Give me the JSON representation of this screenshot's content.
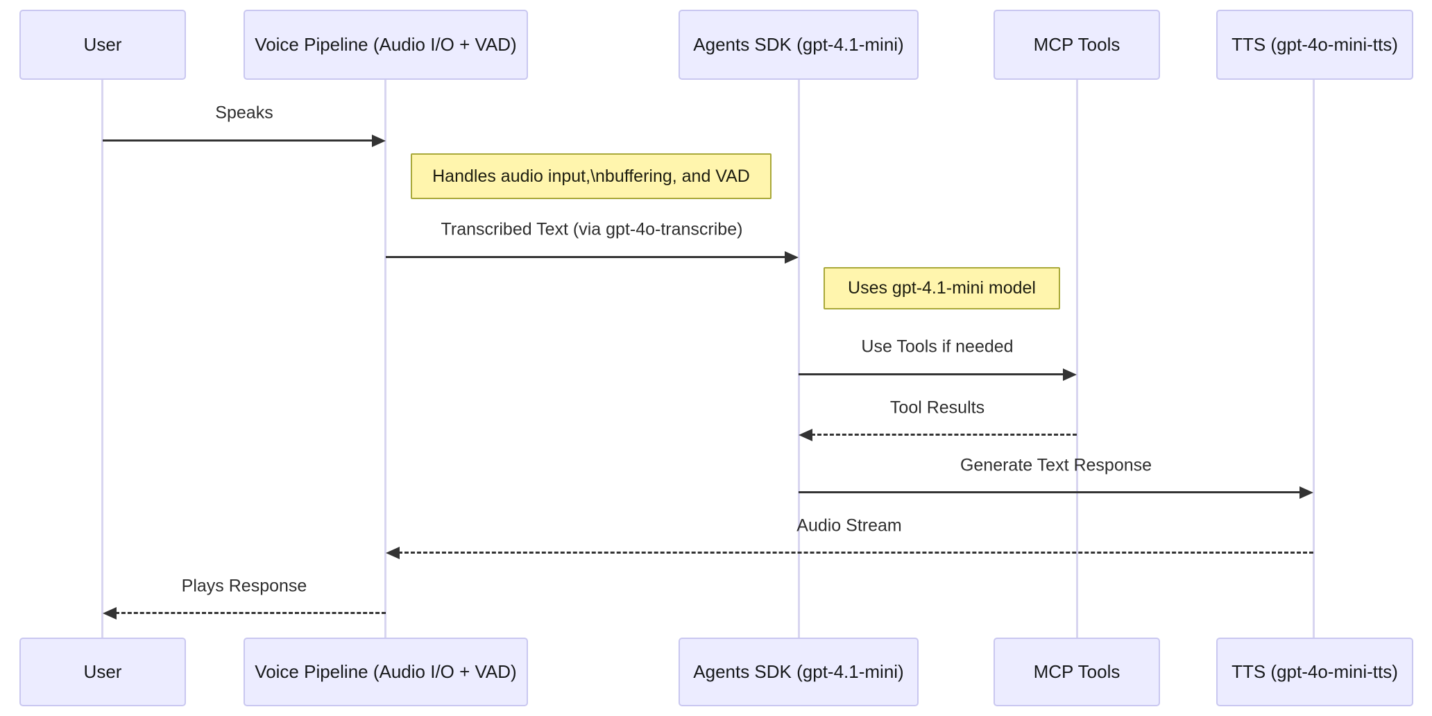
{
  "diagram_type": "sequence-diagram",
  "participants": [
    {
      "id": "user",
      "label": "User"
    },
    {
      "id": "voice-pipeline",
      "label": "Voice Pipeline (Audio I/O + VAD)"
    },
    {
      "id": "agents-sdk",
      "label": "Agents SDK (gpt-4.1-mini)"
    },
    {
      "id": "mcp-tools",
      "label": "MCP Tools"
    },
    {
      "id": "tts",
      "label": "TTS (gpt-4o-mini-tts)"
    }
  ],
  "messages": [
    {
      "from": "user",
      "to": "voice-pipeline",
      "label": "Speaks",
      "line": "solid"
    },
    {
      "from": "voice-pipeline",
      "to": "agents-sdk",
      "label": "Transcribed Text (via gpt-4o-transcribe)",
      "line": "solid"
    },
    {
      "from": "agents-sdk",
      "to": "mcp-tools",
      "label": "Use Tools if needed",
      "line": "solid"
    },
    {
      "from": "mcp-tools",
      "to": "agents-sdk",
      "label": "Tool Results",
      "line": "dashed"
    },
    {
      "from": "agents-sdk",
      "to": "tts",
      "label": "Generate Text Response",
      "line": "solid"
    },
    {
      "from": "tts",
      "to": "voice-pipeline",
      "label": "Audio Stream",
      "line": "dashed"
    },
    {
      "from": "voice-pipeline",
      "to": "user",
      "label": "Plays Response",
      "line": "dashed"
    }
  ],
  "notes": [
    {
      "over": "voice-pipeline",
      "label": "Handles audio input,\\nbuffering, and VAD"
    },
    {
      "over": "agents-sdk",
      "label": "Uses gpt-4.1-mini model"
    }
  ],
  "colors": {
    "background": "#ffffff",
    "actor_fill": "#ECECFF",
    "actor_border": "#c9c7f0",
    "actor_text": "#17191b",
    "note_fill": "#FFF5AD",
    "note_border": "#a8a839",
    "note_text": "#1d1d10",
    "lifeline": "#d8d5f0",
    "arrow": "#333333",
    "message_text": "#2e2e2e"
  }
}
